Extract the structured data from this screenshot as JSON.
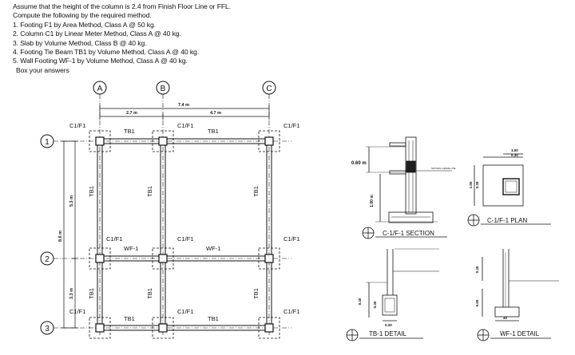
{
  "instructions": {
    "intro": "Assume that the height of the column is 2.4 from Finish Floor Line or FFL.",
    "compute": "Compute the following by the required method.",
    "items": [
      "1. Footing F1 by Area Method, Class A @ 50 kg.",
      "2. Column C1 by Linear Meter Method, Class A @ 40 kg.",
      "3. Slab by Volume Method, Class B @ 40 kg.",
      "4. Footing Tie Beam TB1 by Volume Method, Class A @ 40 kg.",
      "5. Wall Footing WF-1 by Volume Method, Class A @ 40 kg."
    ],
    "box_note": "Box your answers"
  },
  "plan": {
    "grid_letters": [
      "A",
      "B",
      "C"
    ],
    "grid_numbers": [
      "1",
      "2",
      "3"
    ],
    "dim_total": "7.4 m",
    "dim_left": "2.7 m",
    "dim_right": "4.7 m",
    "dim_vertical_total": "8.6 m",
    "dim_vertical_top": "5.3 m",
    "dim_vertical_bottom": "3.3 m",
    "column_label": "C1/F1",
    "tie_beam_label": "TB1",
    "wall_footing_label": "WF-1"
  },
  "details": {
    "section_title": "C-1/F-1 SECTION",
    "plan_title": "C-1/F-1 PLAN",
    "tb_title": "TB-1 DETAIL",
    "wf_title": "WF-1 DETAIL",
    "section_dim_height": "0.60 m",
    "section_dim_footing": "1.00 m",
    "plan_dim_top": "1.00",
    "plan_dim_sub": "0.30",
    "plan_dim_side": "1.00",
    "plan_dim_side_sub": "0.30",
    "tb_dim_width": "0.20",
    "tb_dim_height": "0.30",
    "tb_dim_side": "0.40",
    "wf_dim_width": "40",
    "wf_dim_side": "0.40",
    "wf_dim_side2": "0.60"
  }
}
